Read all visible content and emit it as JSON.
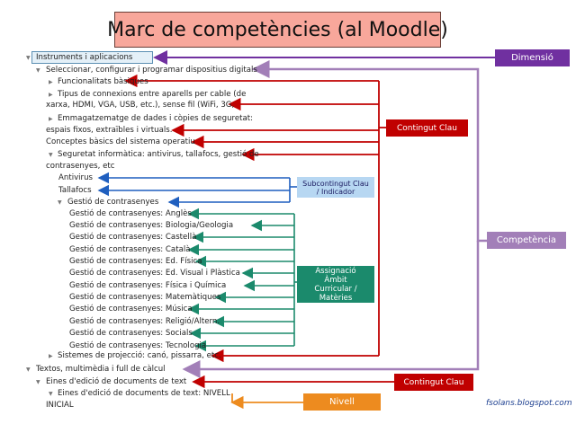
{
  "title": "Marc de competències (al Moodle)",
  "tree": {
    "root": "Instruments i aplicacions",
    "seleccionar": "Seleccionar, configurar i programar dispositius digitals",
    "funcionalitats": "Funcionalitats bàsiques",
    "tipus_line1": "Tipus de connexions entre aparells per cable (de",
    "tipus_line2": "xarxa, HDMI, VGA, USB, etc.), sense fil (WiFi, 3G,",
    "emmag_line1": "Emmagatzematge de dades i còpies de seguretat:",
    "emmag_line2": "espais fixos, extraïbles i virtuals.",
    "conceptes": "Conceptes bàsics del sistema operatiu",
    "seguretat_line1": "Seguretat informàtica: antivirus, tallafocs, gestió de",
    "seguretat_line2": "contrasenyes, etc",
    "antivirus": "Antivirus",
    "tallafocs": "Tallafocs",
    "gestio": "Gestió de contrasenyes",
    "gestio_items": [
      "Gestió de contrasenyes: Anglès",
      "Gestió de contrasenyes: Biologia/Geologia",
      "Gestió de contrasenyes: Castellà",
      "Gestió de contrasenyes: Català",
      "Gestió de contrasenyes: Ed. Física",
      "Gestió de contrasenyes: Ed. Visual i Plàstica",
      "Gestió de contrasenyes: Física i Química",
      "Gestió de contrasenyes: Matemàtiques",
      "Gestió de contrasenyes: Música",
      "Gestió de contrasenyes: Religió/Altern.",
      "Gestió de contrasenyes: Socials",
      "Gestió de contrasenyes: Tecnologia"
    ],
    "sistemes": "Sistemes de projecció: canó, pissarra, etc.",
    "textos": "Textos, multimèdia i full de càlcul",
    "eines": "Eines d'edició de documents de text",
    "eines_nivell_line1": "Eines d'edició de documents de text: NIVELL",
    "eines_nivell_line2": "INICIAL"
  },
  "labels": {
    "dimensio": "Dimensió",
    "contingut_clau_1": "Contingut Clau",
    "competencia": "Competència",
    "subcontingut_line1": "Subcontingut Clau",
    "subcontingut_line2": "/ Indicador",
    "assignacio_line1": "Assignació",
    "assignacio_line2": "Àmbit",
    "assignacio_line3": "Curricular /",
    "assignacio_line4": "Matèries",
    "contingut_clau_2": "Contingut Clau",
    "nivell": "Nivell"
  },
  "colors": {
    "dimensio": "#7030a0",
    "contingut_clau": "#c00000",
    "competencia": "#a27fb8",
    "subcontingut": "#1f5fbf",
    "assignacio": "#1b8a6c",
    "nivell": "#ed8b1f"
  },
  "credit": "fsolans.blogspot.com"
}
